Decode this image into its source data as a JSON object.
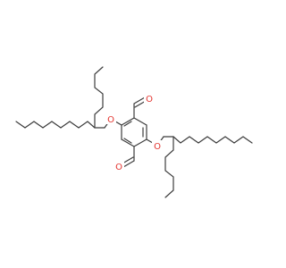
{
  "molecule": {
    "name": "",
    "atom_labels": {
      "o_ether_left": "O",
      "o_ether_right": "O",
      "o_aldehyde_top": "O",
      "o_aldehyde_bottom": "O"
    },
    "colors": {
      "bond": "#3c3c3c",
      "oxygen": "#e3342f",
      "background": "#ffffff"
    }
  }
}
